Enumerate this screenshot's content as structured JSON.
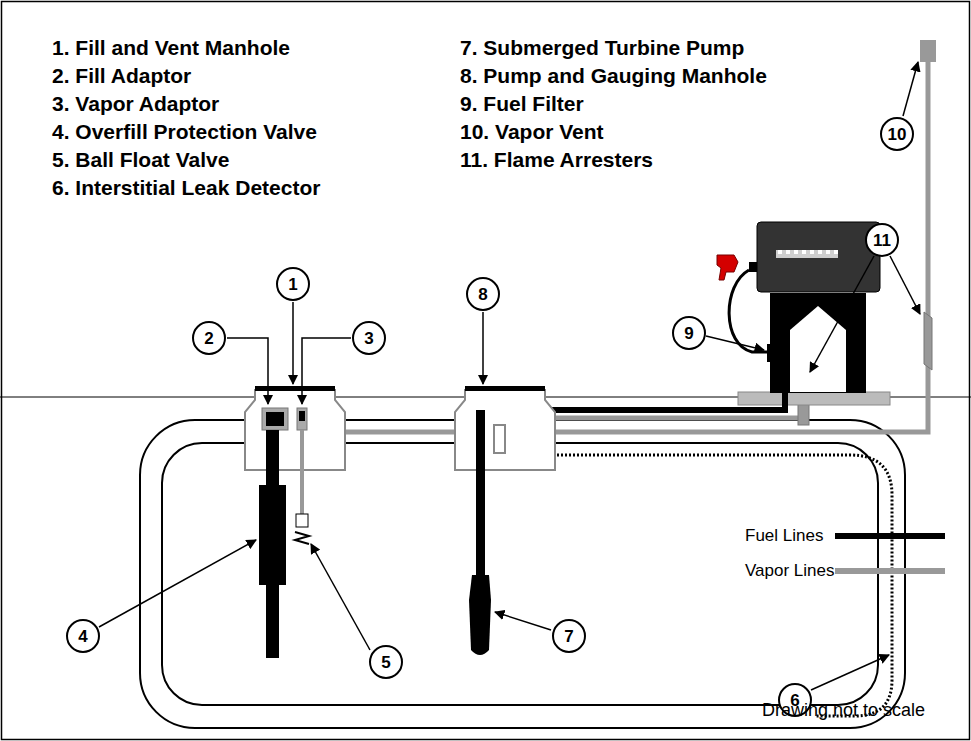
{
  "diagram": {
    "nodes": [
      {
        "text": [
          "1"
        ]
      },
      {
        "text": [
          "2"
        ]
      },
      {
        "text": [
          "3"
        ]
      },
      {
        "text": [
          "4"
        ]
      },
      {
        "text": [
          "5"
        ]
      },
      {
        "text": [
          "6"
        ]
      },
      {
        "text": [
          "7"
        ]
      },
      {
        "text": [
          "8"
        ]
      },
      {
        "text": [
          "9"
        ]
      },
      {
        "text": [
          "10"
        ]
      },
      {
        "text": [
          "11"
        ]
      }
    ],
    "edges": [],
    "labels": [
      "1. Fill and Vent Manhole",
      "2. Fill Adaptor",
      "3. Vapor Adaptor",
      "4. Overfill Protection Valve",
      "5. Ball Float Valve",
      "6. Interstitial Leak Detector",
      "7. Submerged Turbine Pump",
      "8. Pump and Gauging Manhole",
      "9. Fuel Filter",
      "10. Vapor Vent",
      "11. Flame Arresters",
      "Drawing not to scale"
    ],
    "legend": [
      {
        "text": "Fuel Lines"
      },
      {
        "text": "Vapor Lines"
      }
    ]
  }
}
